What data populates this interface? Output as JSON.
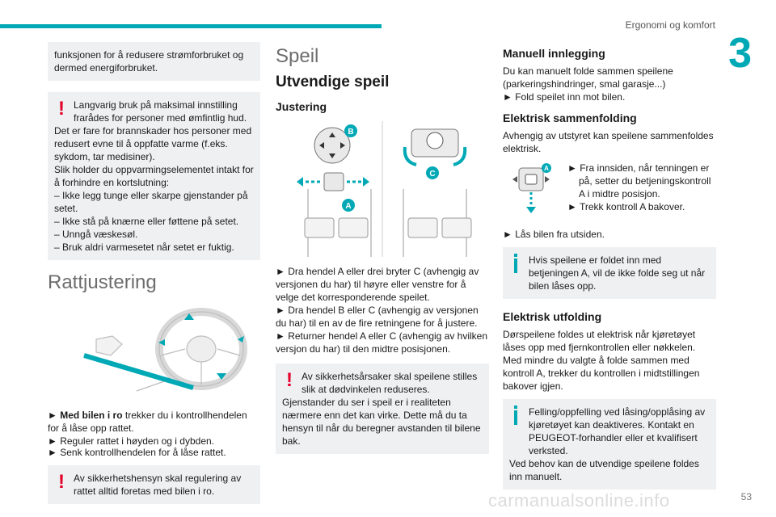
{
  "header": {
    "section": "Ergonomi og komfort",
    "chapter": "3",
    "page": "53"
  },
  "watermark": "carmanualsonline.info",
  "col1": {
    "intro": "funksjonen for å redusere strømforbruket og dermed energiforbruket.",
    "warning_lines": [
      "Langvarig bruk på maksimal innstilling frarådes for personer med ømfintlig hud.",
      "Det er fare for brannskader hos personer med redusert evne til å oppfatte varme (f.eks. sykdom, tar medisiner).",
      "Slik holder du oppvarmingselementet intakt for å forhindre en kortslutning:",
      "– Ikke legg tunge eller skarpe gjenstander på setet.",
      "– Ikke stå på knærne eller føttene på setet.",
      "– Unngå væskesøl.",
      "– Bruk aldri varmesetet når setet er fuktig."
    ],
    "heading": "Rattjustering",
    "step1_bold": "Med bilen i ro",
    "step1_rest": " trekker du i kontrollhendelen for å låse opp rattet.",
    "step2": "Reguler rattet i høyden og i dybden.",
    "step3": "Senk kontrollhendelen for å låse rattet.",
    "warning2": "Av sikkerhetshensyn skal regulering av rattet alltid foretas med bilen i ro."
  },
  "col2": {
    "heading": "Speil",
    "subheading": "Utvendige speil",
    "section": "Justering",
    "labels": {
      "A": "A",
      "B": "B",
      "C": "C"
    },
    "step1": "Dra hendel A eller drei bryter C (avhengig av versjonen du har) til høyre eller venstre for å velge det korresponderende speilet.",
    "step2": "Dra hendel B eller C (avhengig av versjonen du har) til en av de fire retningene for å justere.",
    "step3": "Returner hendel A eller C (avhengig av hvilken versjon du har) til den midtre posisjonen.",
    "warning": "Av sikkerhetsårsaker skal speilene stilles slik at dødvinkelen reduseres.",
    "warning_more": "Gjenstander du ser i speil er i realiteten nærmere enn det kan virke. Dette må du ta hensyn til når du beregner avstanden til bilene bak."
  },
  "col3": {
    "h_manual": "Manuell innlegging",
    "manual_text": "Du kan manuelt folde sammen speilene (parkeringshindringer, smal garasje...)",
    "manual_step": "Fold speilet inn mot bilen.",
    "h_electric": "Elektrisk sammenfolding",
    "electric_text": "Avhengig av utstyret kan speilene sammenfoldes elektrisk.",
    "electric_step1": "Fra innsiden, når tenningen er på, setter du betjeningskontroll A i midtre posisjon.",
    "electric_step2": "Trekk kontroll A bakover.",
    "lock_step": "Lås bilen fra utsiden.",
    "info1": "Hvis speilene er foldet inn med betjeningen A, vil de ikke folde seg ut når bilen låses opp.",
    "h_unfold": "Elektrisk utfolding",
    "unfold_text": "Dørspeilene foldes ut elektrisk når kjøretøyet låses opp med fjernkontrollen eller nøkkelen. Med mindre du valgte å folde sammen med kontroll A, trekker du kontrollen i midtstillingen bakover igjen.",
    "info2": "Felling/oppfelling ved låsing/opplåsing av kjøretøyet kan deaktiveres. Kontakt en PEUGEOT-forhandler eller et kvalifisert verksted.",
    "info2_more": "Ved behov kan de utvendige speilene foldes inn manuelt."
  },
  "colors": {
    "accent": "#00a9b5",
    "warning": "#e4002b",
    "box": "#eef0f2"
  }
}
